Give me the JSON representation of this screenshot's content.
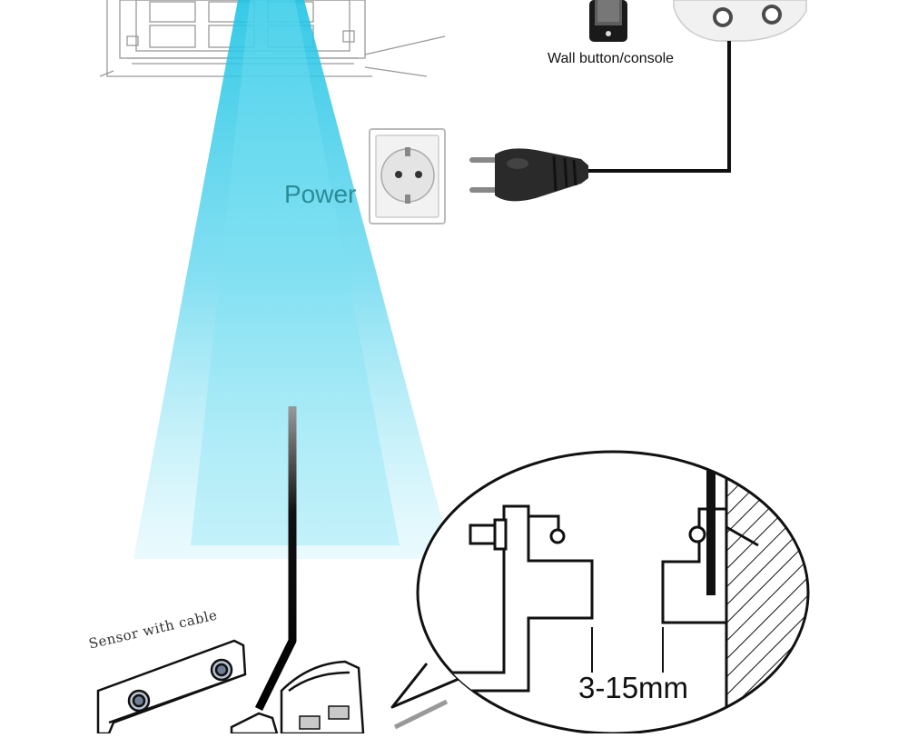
{
  "labels": {
    "wall_button": "Wall button/console",
    "power": "Power",
    "sensor": "Sensor with cable",
    "gap": "3-15mm"
  },
  "colors": {
    "beam": "#3fd0ea",
    "power_text": "#2a8c96",
    "line": "#111111"
  },
  "icons": [
    "garage-door-icon",
    "wall-button-icon",
    "opener-icon",
    "wall-socket-icon",
    "eu-plug-icon",
    "sensor-bracket-icon",
    "magnifier-callout-icon"
  ]
}
